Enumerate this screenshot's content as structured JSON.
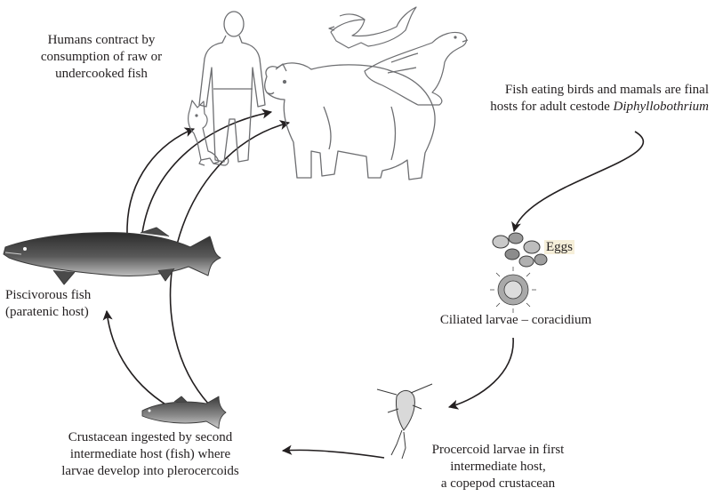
{
  "labels": {
    "humans": {
      "lines": [
        "Humans contract by",
        "consumption of raw or",
        "undercooked fish"
      ]
    },
    "final_hosts": {
      "line1": "Fish eating birds and mamals are final",
      "line2_prefix": "hosts for adult cestode",
      "line2_italic": "Diphyllobothrium"
    },
    "eggs": "Eggs",
    "coracidium": "Ciliated larvae – coracidium",
    "procercoid": {
      "lines": [
        "Procercoid larvae in first",
        "intermediate host,",
        "a copepod crustacean"
      ]
    },
    "crustacean_ingested": {
      "lines": [
        "Crustacean ingested by second",
        "intermediate host (fish) where",
        "larvae develop into plerocercoids"
      ]
    },
    "piscivorous": {
      "lines": [
        "Piscivorous fish",
        "(paratenic host)"
      ]
    }
  },
  "figures": {
    "human": "human-figure",
    "dog": "dog-figure",
    "bear": "bear-figure",
    "bird": "seabird-figure",
    "seal": "seal-figure",
    "pike": "pike-fish-figure",
    "trout": "small-fish-figure",
    "eggs": "eggs-cluster",
    "coracidium": "coracidium-larva",
    "copepod": "copepod-figure"
  },
  "colors": {
    "ink": "#231f20",
    "sketch": "#6d6e71",
    "fish_dark": "#3a3a3a",
    "eggs_highlight": "#f6efd9"
  }
}
